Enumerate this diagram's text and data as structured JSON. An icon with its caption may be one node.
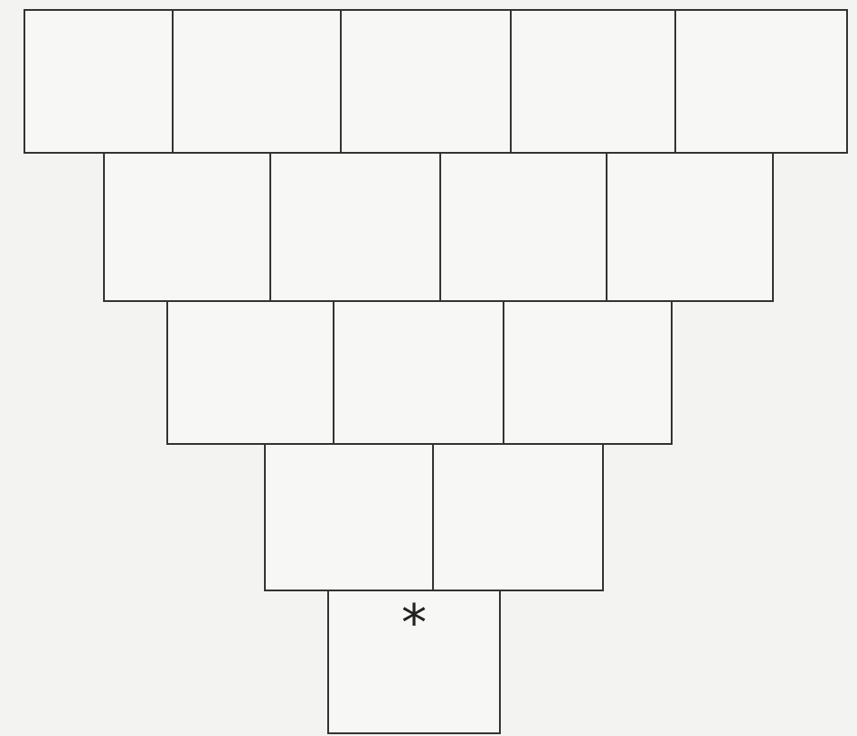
{
  "diagram": {
    "nodes": [
      {
        "text": [],
        "shape": "box"
      },
      {
        "text": [],
        "shape": "box"
      },
      {
        "text": [],
        "shape": "box"
      },
      {
        "text": [],
        "shape": "box"
      },
      {
        "text": [],
        "shape": "box"
      },
      {
        "text": [],
        "shape": "box"
      },
      {
        "text": [],
        "shape": "box"
      },
      {
        "text": [],
        "shape": "box"
      },
      {
        "text": [],
        "shape": "box"
      },
      {
        "text": [],
        "shape": "box"
      },
      {
        "text": [],
        "shape": "box"
      },
      {
        "text": [],
        "shape": "box"
      },
      {
        "text": [],
        "shape": "box"
      },
      {
        "text": [],
        "shape": "box"
      },
      {
        "text": [
          "*"
        ]
      }
    ]
  }
}
